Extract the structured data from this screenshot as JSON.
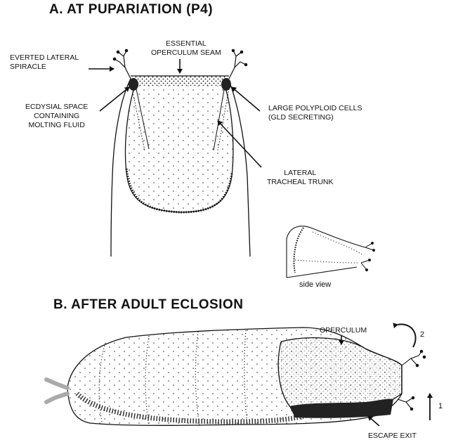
{
  "panel_a": {
    "title": "A.   AT PUPARIATION (P4)",
    "labels": {
      "everted_spiracle": [
        "EVERTED LATERAL",
        "SPIRACLE"
      ],
      "operculum_seam": [
        "ESSENTIAL",
        "OPERCULUM SEAM"
      ],
      "ecdysial_space": [
        "ECDYSIAL SPACE",
        "CONTAINING",
        "MOLTING FLUID"
      ],
      "polyploid_cells": [
        "LARGE POLYPLOID CELLS",
        "(GLD SECRETING)"
      ],
      "tracheal_trunk": [
        "LATERAL",
        "TRACHEAL TRUNK"
      ],
      "side_view": "side view"
    }
  },
  "panel_b": {
    "title": "B.   AFTER ADULT ECLOSION",
    "labels": {
      "operculum": "OPERCULUM",
      "escape_exit": "ESCAPE EXIT",
      "rotation_step": "2",
      "lift_step": "1"
    }
  },
  "colors": {
    "ink": "#111111",
    "background": "#ffffff"
  }
}
